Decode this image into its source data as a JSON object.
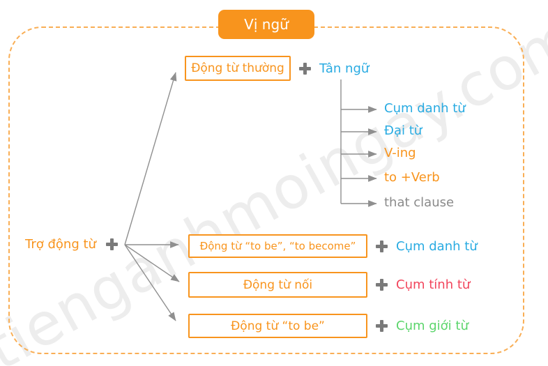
{
  "title": {
    "label": "Vị ngữ"
  },
  "root": {
    "label": "Trợ động từ"
  },
  "watermark": "tienganhmoingay.com",
  "rows": [
    {
      "verb": "Động từ thường",
      "complement": "Tân ngữ",
      "complement_color": "#29abe2"
    },
    {
      "verb": "Động từ “to be”, “to become”",
      "complement": "Cụm danh từ",
      "complement_color": "#29abe2"
    },
    {
      "verb": "Động từ nối",
      "complement": "Cụm tính từ",
      "complement_color": "#f2455c"
    },
    {
      "verb": "Động từ “to be”",
      "complement": "Cụm giới từ",
      "complement_color": "#5bd56b"
    }
  ],
  "object_types": [
    {
      "label": "Cụm danh từ",
      "color": "#29abe2"
    },
    {
      "label": "Đại từ",
      "color": "#29abe2"
    },
    {
      "label": "V-ing",
      "color": "#f8941d"
    },
    {
      "label": "to +Verb",
      "color": "#f8941d"
    },
    {
      "label": "that clause",
      "color": "#8a8a8a"
    }
  ],
  "icons": {
    "plus": "plus-icon",
    "arrow": "arrow-right-icon"
  },
  "colors": {
    "accent_orange": "#f8941d",
    "border_dash_orange": "#f9ae55",
    "blue": "#29abe2",
    "red": "#f2455c",
    "green": "#5bd56b",
    "gray": "#8a8a8a",
    "plus_gray": "#7a7a7a",
    "watermark_gray": "#ededed"
  }
}
